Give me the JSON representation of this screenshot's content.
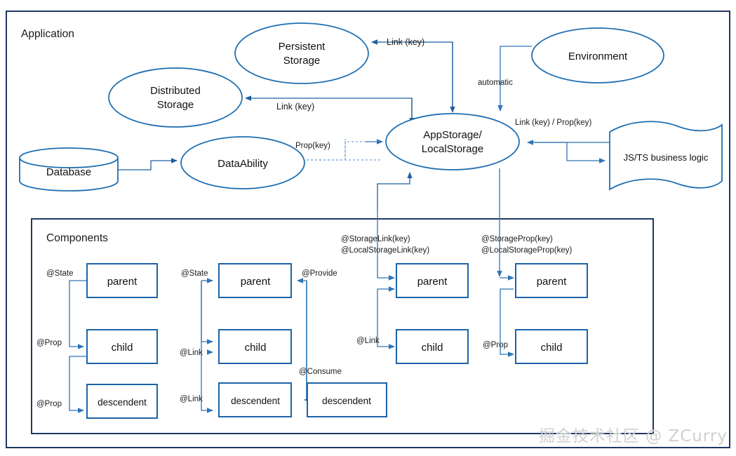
{
  "frames": {
    "application": {
      "title": "Application"
    },
    "components": {
      "title": "Components"
    }
  },
  "nodes": {
    "persistent_storage": {
      "line1": "Persistent",
      "line2": "Storage"
    },
    "distributed_storage": {
      "line1": "Distributed",
      "line2": "Storage"
    },
    "environment": {
      "label": "Environment"
    },
    "appstorage": {
      "line1": "AppStorage/",
      "line2": "LocalStorage"
    },
    "dataability": {
      "label": "DataAbility"
    },
    "database": {
      "label": "Database"
    },
    "business_logic": {
      "label": "JS/TS business logic"
    }
  },
  "edge_labels": {
    "link_key_persistent": "Link (key)",
    "link_key_distributed": "Link (key)",
    "automatic": "automatic",
    "link_prop_key": "Link (key) / Prop(key)",
    "prop_key_dataability": "Prop(key)",
    "storage_link": "@StorageLink(key)",
    "local_storage_link": "@LocalStorageLink(key)",
    "storage_prop": "@StorageProp(key)",
    "local_storage_prop": "@LocalStorageProp(key)"
  },
  "components": {
    "col1": {
      "boxes": [
        {
          "label": "parent"
        },
        {
          "label": "child"
        },
        {
          "label": "descendent"
        }
      ],
      "labels": [
        "@State",
        "@Prop",
        "@Prop"
      ]
    },
    "col2": {
      "boxes": [
        {
          "label": "parent"
        },
        {
          "label": "child"
        },
        {
          "label": "descendent"
        }
      ],
      "labels": [
        "@State",
        "@Link",
        "@Link"
      ],
      "provide": "@Provide",
      "consume": "@Consume",
      "consume_box": {
        "label": "descendent"
      }
    },
    "col3": {
      "boxes": [
        {
          "label": "parent"
        },
        {
          "label": "child"
        }
      ],
      "labels": [
        "@Link"
      ]
    },
    "col4": {
      "boxes": [
        {
          "label": "parent"
        },
        {
          "label": "child"
        }
      ],
      "labels": [
        "@Prop"
      ]
    }
  },
  "watermark": {
    "text": "掘金技术社区 @ ZCurry"
  },
  "colors": {
    "node_stroke": "#1F6FB2",
    "frame_stroke": "#1F3864",
    "connector": "#2E75B6",
    "box_stroke": "#1C63A8"
  }
}
